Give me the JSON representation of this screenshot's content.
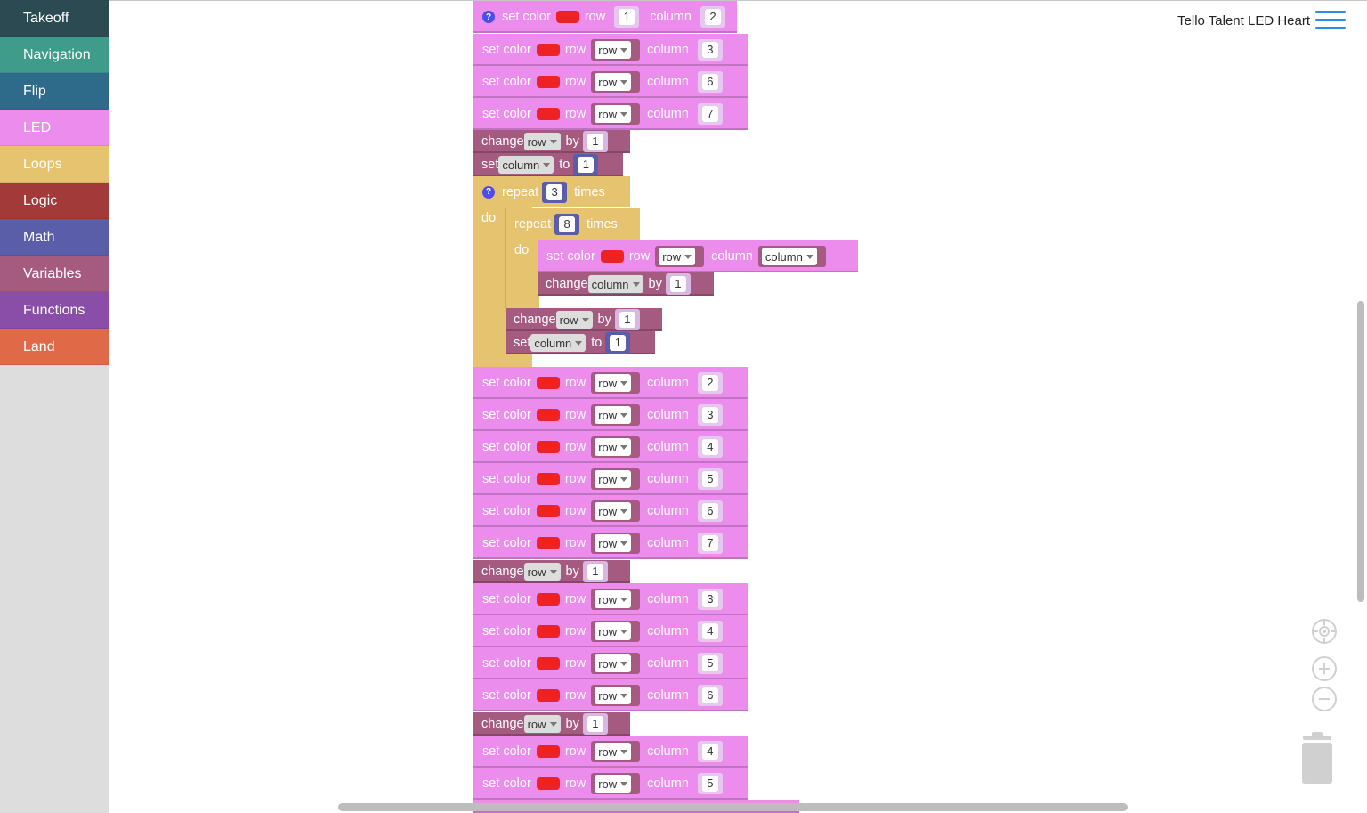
{
  "sidebar": {
    "categories": [
      {
        "label": "Takeoff",
        "color": "#2c4a52"
      },
      {
        "label": "Navigation",
        "color": "#3f9b8a"
      },
      {
        "label": "Flip",
        "color": "#2e6a8a"
      },
      {
        "label": "LED",
        "color": "#ec8cec"
      },
      {
        "label": "Loops",
        "color": "#e6c36e"
      },
      {
        "label": "Logic",
        "color": "#a33a3a"
      },
      {
        "label": "Math",
        "color": "#5a5ea8"
      },
      {
        "label": "Variables",
        "color": "#a55b80"
      },
      {
        "label": "Functions",
        "color": "#8a4ea8"
      },
      {
        "label": "Land",
        "color": "#e06a48"
      }
    ]
  },
  "header": {
    "title": "Tello Talent LED Heart",
    "menu_icon": "hamburger-menu-icon"
  },
  "colors": {
    "led_block": "#ec8cec",
    "variable_block": "#a55b80",
    "loop_block": "#e6c36e",
    "math_block": "#5a5ea8",
    "led_red": "#ee2222",
    "help_icon": "#4c4cf0",
    "menu_icon": "#2f8ee0"
  },
  "labels": {
    "set_color": "set color",
    "row": "row",
    "column": "column",
    "change": "change",
    "by": "by",
    "set": "set",
    "to": "to",
    "repeat": "repeat",
    "times": "times",
    "do": "do",
    "help": "?"
  },
  "program": {
    "top_blocks": [
      {
        "row": "1",
        "column": "2"
      },
      {
        "row": "row",
        "column": "3"
      },
      {
        "row": "row",
        "column": "6"
      },
      {
        "row": "row",
        "column": "7"
      }
    ],
    "change_row_1": {
      "var": "row",
      "by": "1"
    },
    "set_column_1": {
      "var": "column",
      "to": "1"
    },
    "outer_repeat": {
      "times": "3"
    },
    "inner_repeat": {
      "times": "8"
    },
    "inner_set_color": {
      "row": "row",
      "column": "column"
    },
    "inner_change_column": {
      "var": "column",
      "by": "1"
    },
    "loop_change_row": {
      "var": "row",
      "by": "1"
    },
    "loop_set_column": {
      "var": "column",
      "to": "1"
    },
    "after_loop_blocks": [
      {
        "row": "row",
        "column": "2"
      },
      {
        "row": "row",
        "column": "3"
      },
      {
        "row": "row",
        "column": "4"
      },
      {
        "row": "row",
        "column": "5"
      },
      {
        "row": "row",
        "column": "6"
      },
      {
        "row": "row",
        "column": "7"
      }
    ],
    "change_row_2": {
      "var": "row",
      "by": "1"
    },
    "group2_blocks": [
      {
        "row": "row",
        "column": "3"
      },
      {
        "row": "row",
        "column": "4"
      },
      {
        "row": "row",
        "column": "5"
      },
      {
        "row": "row",
        "column": "6"
      }
    ],
    "change_row_3": {
      "var": "row",
      "by": "1"
    },
    "group3_blocks": [
      {
        "row": "row",
        "column": "4"
      },
      {
        "row": "row",
        "column": "5"
      }
    ]
  },
  "controls": {
    "recenter": "target-icon",
    "zoom_in": "plus-icon",
    "zoom_out": "minus-icon",
    "trash": "trash-icon"
  }
}
